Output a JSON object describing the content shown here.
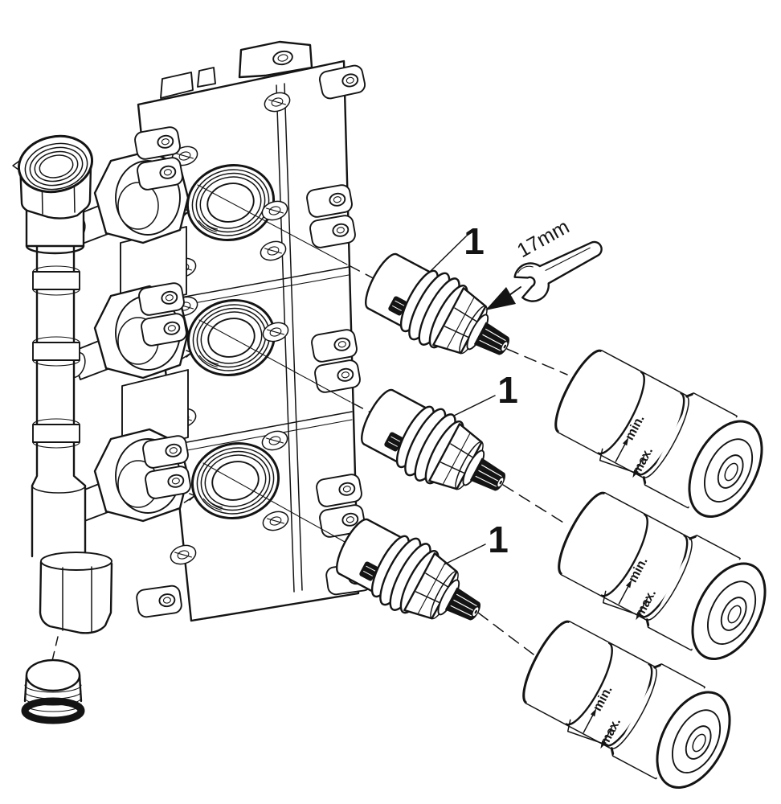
{
  "figure": {
    "background": "#ffffff",
    "line_color": "#141414",
    "callouts": [
      {
        "text": "1"
      },
      {
        "text": "1"
      },
      {
        "text": "1"
      }
    ],
    "annotations": {
      "wrench_size": "17mm"
    },
    "caps": [
      {
        "min": "min.",
        "max": "max."
      },
      {
        "min": "min.",
        "max": "max."
      },
      {
        "min": "min.",
        "max": "max."
      }
    ]
  }
}
